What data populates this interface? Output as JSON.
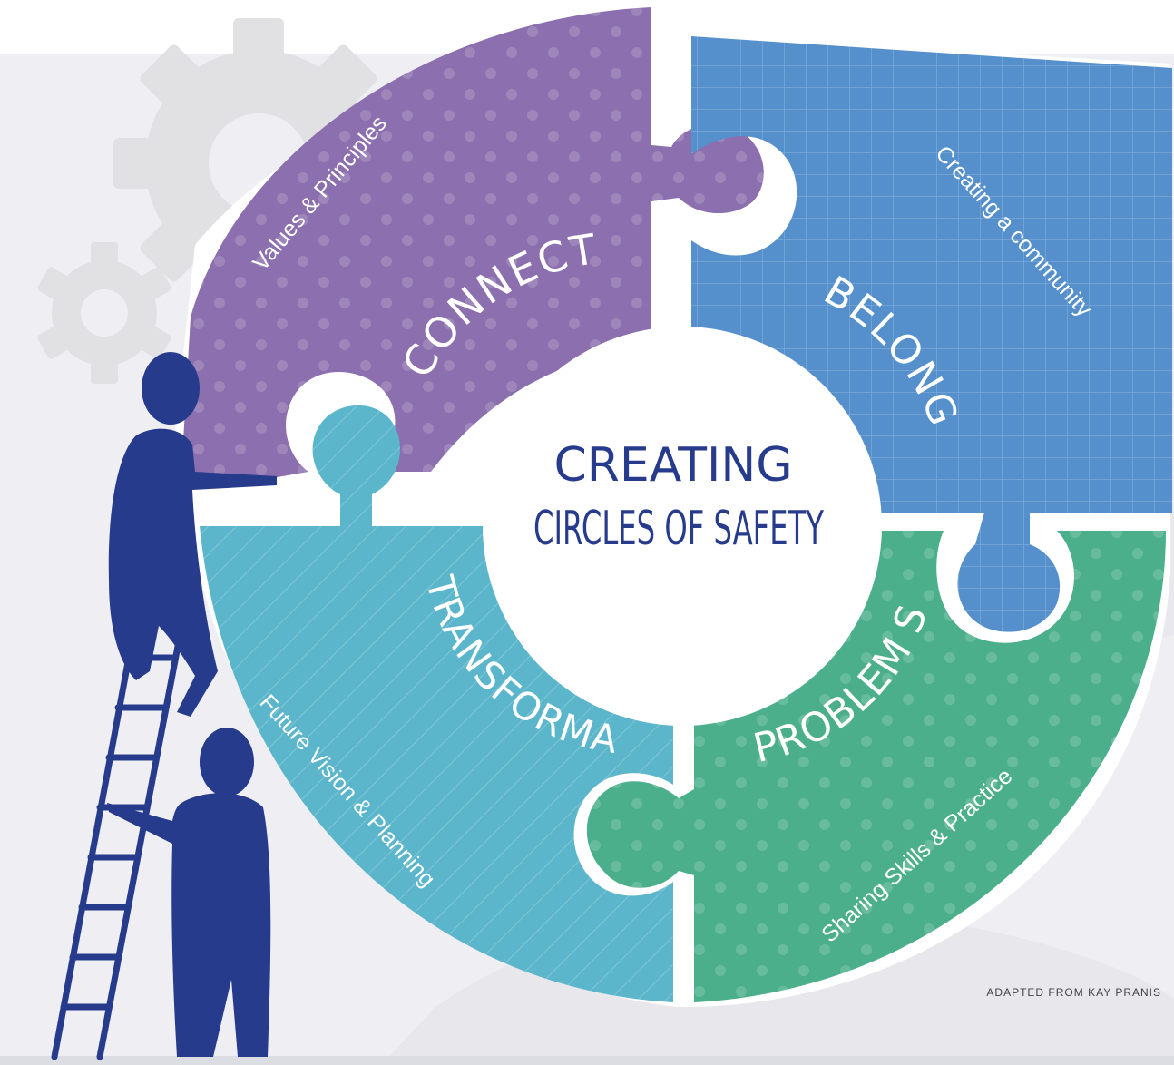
{
  "center": {
    "line1": "CREATING",
    "line2": "CIRCLES OF SAFETY"
  },
  "pieces": {
    "connection": {
      "title": "CONNECTION",
      "subtitle": "Values & Principles",
      "color": "#8b6fae"
    },
    "belonging": {
      "title": "BELONGING",
      "subtitle": "Creating a community",
      "color": "#5590cc"
    },
    "problem_solve": {
      "title": "PROBLEM SOLVE",
      "subtitle": "Sharing Skills & Practice",
      "color": "#4aaf8a"
    },
    "transformation": {
      "title": "TRANSFORMATION",
      "subtitle": "Future Vision & Planning",
      "color": "#5bb6cb"
    }
  },
  "credit": "ADAPTED FROM KAY PRANIS",
  "colors": {
    "figures": "#263b8c",
    "center_text": "#263b8c",
    "gear": "#e3e3e5",
    "background": "#efeff3"
  }
}
